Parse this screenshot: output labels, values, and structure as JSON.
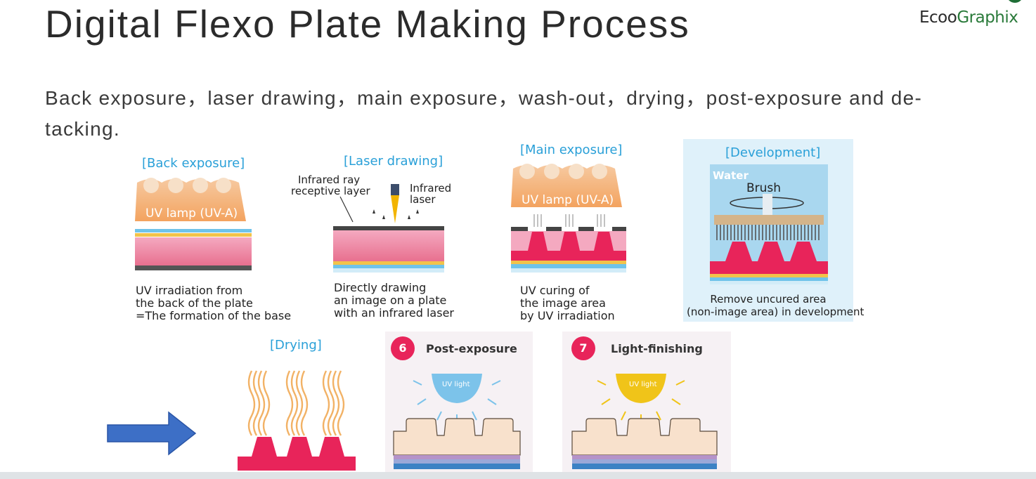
{
  "header": {
    "title": "Digital Flexo Plate Making Process",
    "logo_prefix": "Ecoo",
    "logo_suffix": "Graphix"
  },
  "subtitle": "Back exposure，laser drawing，main exposure，wash-out，drying，post-exposure and de-tacking.",
  "steps": {
    "back": {
      "heading": "[Back exposure]",
      "lamp": "UV lamp (UV-A)",
      "caption": [
        "UV irradiation from",
        "the back of the plate",
        "=The formation of the base"
      ]
    },
    "laser": {
      "heading": "[Laser drawing]",
      "ray_label": [
        "Infrared ray",
        "receptive layer"
      ],
      "laser_label": [
        "Infrared",
        "laser"
      ],
      "caption": [
        "Directly drawing",
        "an image on a plate",
        "with an infrared laser"
      ]
    },
    "main": {
      "heading": "[Main exposure]",
      "lamp": "UV lamp (UV-A)",
      "caption": [
        "UV curing of",
        "the image area",
        "by UV irradiation"
      ]
    },
    "development": {
      "heading": "[Development]",
      "water": "Water",
      "brush": "Brush",
      "caption": [
        "Remove uncured area",
        "(non-image area) in development"
      ]
    },
    "drying": {
      "heading": "[Drying]"
    },
    "post": {
      "number": "6",
      "heading": "Post-exposure",
      "light": "UV light"
    },
    "finish": {
      "number": "7",
      "heading": "Light-finishing",
      "light": "UV light"
    }
  },
  "colors": {
    "accent_blue": "#2aa0d8",
    "magenta": "#e8245a",
    "arrow": "#3d6fc6",
    "lamp_orange": "#f4a259",
    "uv_blue": "#7cc3ea",
    "uv_yellow": "#f0c419"
  }
}
